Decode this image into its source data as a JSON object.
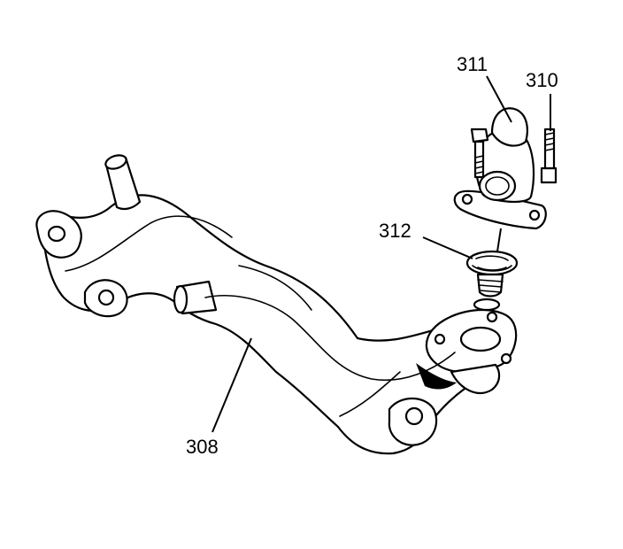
{
  "callouts": {
    "c308": "308",
    "c310": "310",
    "c311": "311",
    "c312": "312"
  },
  "colors": {
    "ink": "#000000",
    "paper": "#ffffff"
  }
}
